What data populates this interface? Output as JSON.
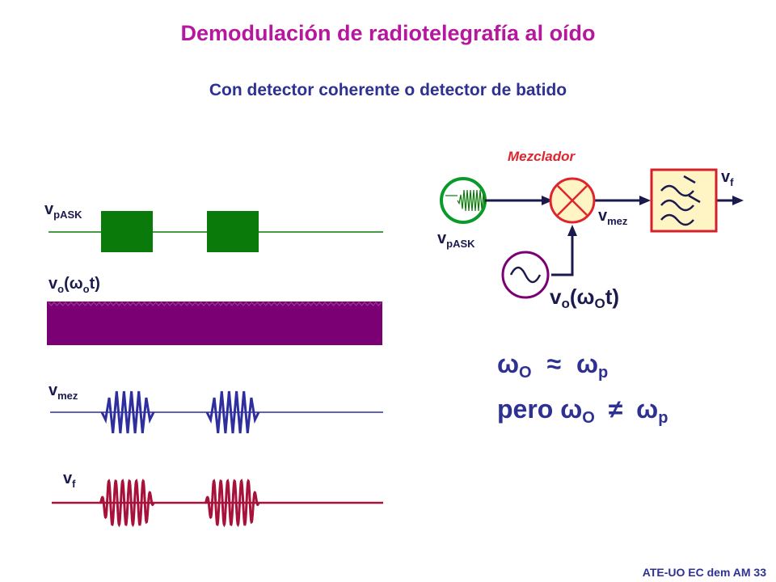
{
  "slide": {
    "title": "Demodulación de radiotelegrafía al oído",
    "subtitle": "Con detector coherente o detector de batido",
    "footer": "ATE-UO EC dem AM 33"
  },
  "waveforms": {
    "v_pask": {
      "main": "v",
      "sub": "pASK"
    },
    "v_o": {
      "main": "v",
      "sub": "o",
      "arg": "(ω",
      "arg_sub": "o",
      "arg_end": "t)"
    },
    "v_mez": {
      "main": "v",
      "sub": "mez"
    },
    "v_f": {
      "main": "v",
      "sub": "f"
    }
  },
  "block_diagram": {
    "mixer_label": "Mezclador",
    "input_label": {
      "main": "v",
      "sub": "pASK"
    },
    "mixer_out_label": {
      "main": "v",
      "sub": "mez"
    },
    "output_label": {
      "main": "v",
      "sub": "f"
    },
    "oscillator_label": {
      "main": "v",
      "sub": "o",
      "arg": "(ω",
      "arg_sub": "O",
      "arg_end": "t)"
    }
  },
  "equations": {
    "eq1": {
      "left": "ω",
      "left_sub": "O",
      "op": "≈",
      "right": "ω",
      "right_sub": "p"
    },
    "eq2": {
      "prefix": "pero",
      "left": "ω",
      "left_sub": "O",
      "op": "≠",
      "right": "ω",
      "right_sub": "p"
    }
  },
  "colors": {
    "title": "#b5179e",
    "subtitle": "#2e3192",
    "pask": "#0a7a0a",
    "oscillator": "#7a0074",
    "mez": "#2e2e9e",
    "filtered": "#a8123a",
    "mixer_fill": "#fff4c4",
    "mixer_stroke": "#e0242e",
    "filter_fill": "#fff4c4",
    "filter_stroke": "#d4202a"
  }
}
